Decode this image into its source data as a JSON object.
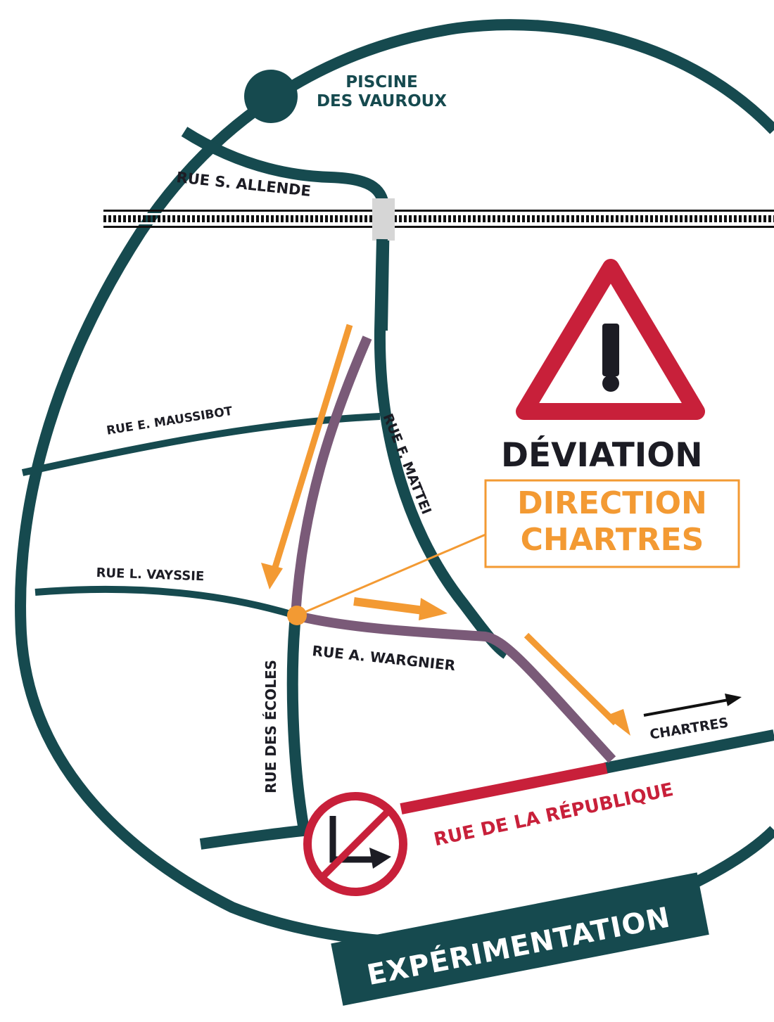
{
  "map": {
    "landmark": {
      "line1": "PISCINE",
      "line2": "DES VAUROUX"
    },
    "streets": {
      "allende": "RUE S. ALLENDE",
      "maussibot": "RUE E. MAUSSIBOT",
      "mattei": "RUE F. MATTEI",
      "vayssie": "RUE L. VAYSSIE",
      "ecoles": "RUE DES ÉCOLES",
      "wargnier": "RUE A. WARGNIER",
      "republique": "RUE DE LA RÉPUBLIQUE"
    },
    "destination": "CHARTRES",
    "warning": {
      "title": "DÉVIATION",
      "direction_line1": "DIRECTION",
      "direction_line2": "CHARTRES",
      "symbol": "!"
    },
    "banner": "EXPÉRIMENTATION",
    "colors": {
      "road": "#164a4f",
      "detour": "#7a5a78",
      "arrow": "#f39a33",
      "closed": "#c8203a",
      "text": "#1c1c24",
      "rail_crossing": "#d6d6d6"
    },
    "legend_icons": [
      "warning-triangle-icon",
      "no-right-turn-icon",
      "railway-icon"
    ]
  }
}
